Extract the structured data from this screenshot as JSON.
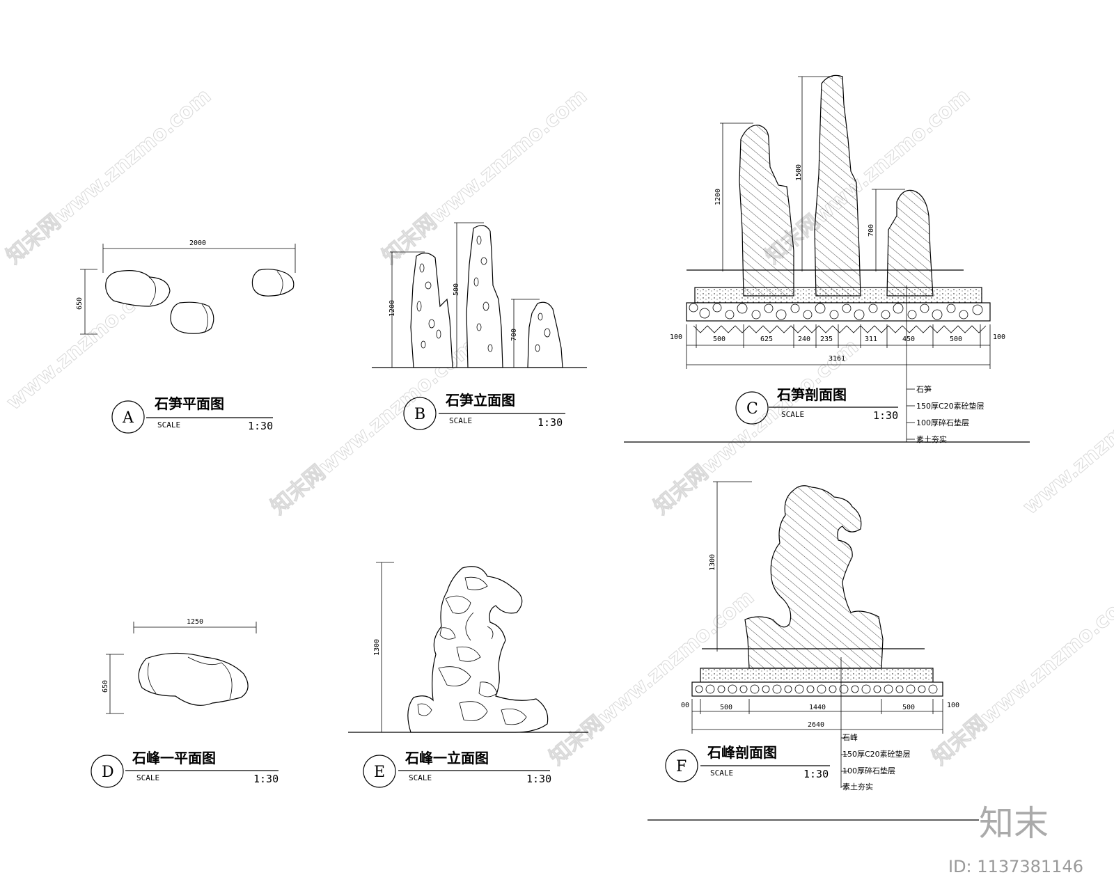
{
  "panels": {
    "A": {
      "letter": "A",
      "title": "石笋平面图",
      "scale_label": "SCALE",
      "ratio": "1:30",
      "dims": {
        "width": "2000",
        "depth": "650"
      }
    },
    "B": {
      "letter": "B",
      "title": "石笋立面图",
      "scale_label": "SCALE",
      "ratio": "1:30",
      "dims": {
        "h1": "1200",
        "h2": "500",
        "h3": "700"
      }
    },
    "C": {
      "letter": "C",
      "title": "石笋剖面图",
      "scale_label": "SCALE",
      "ratio": "1:30",
      "dims": {
        "h1": "1200",
        "h2": "1500",
        "h3": "700",
        "total": "3161",
        "segments": [
          "100",
          "500",
          "625",
          "240",
          "235",
          "311",
          "450",
          "500",
          "100"
        ]
      },
      "notes": [
        "石笋",
        "150厚C20素砼垫层",
        "100厚碎石垫层",
        "素土夯实"
      ]
    },
    "D": {
      "letter": "D",
      "title": "石峰一平面图",
      "scale_label": "SCALE",
      "ratio": "1:30",
      "dims": {
        "width": "1250",
        "depth": "650"
      }
    },
    "E": {
      "letter": "E",
      "title": "石峰一立面图",
      "scale_label": "SCALE",
      "ratio": "1:30",
      "dims": {
        "height": "1300"
      }
    },
    "F": {
      "letter": "F",
      "title": "石峰剖面图",
      "scale_label": "SCALE",
      "ratio": "1:30",
      "dims": {
        "height": "1300",
        "total": "2640",
        "segments": [
          "00",
          "500",
          "1440",
          "500",
          "100"
        ]
      },
      "notes": [
        "石峰",
        "150厚C20素砼垫层",
        "100厚碎石垫层",
        "素土夯实"
      ]
    }
  },
  "watermark": {
    "text": "知末网www.znzmo.com",
    "short": "www.znzmo.com"
  },
  "brand": {
    "logo": "知末",
    "id": "ID: 1137381146"
  }
}
